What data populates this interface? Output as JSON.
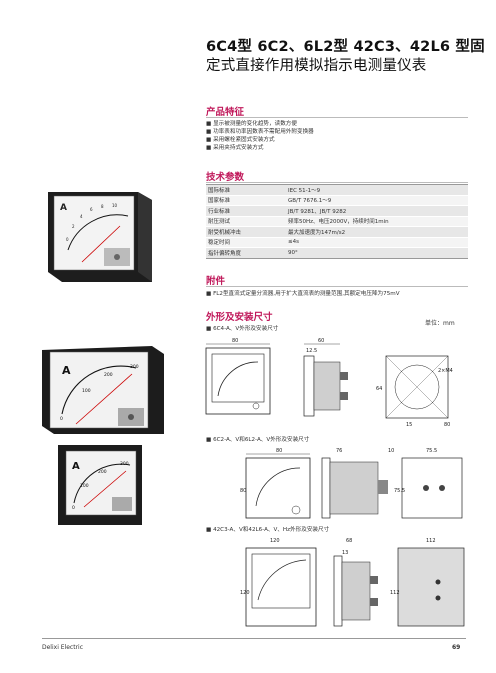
{
  "title": {
    "line1": "6C4型 6C2、6L2型 42C3、42L6 型固",
    "line2": "定式直接作用模拟指示电测量仪表"
  },
  "features": {
    "heading": "产品特征",
    "items": [
      "■ 显示被测量的变化趋势，读数方便",
      "■ 功率表和功率因数表不需配用外附变换器",
      "■ 采用螺栓紧固式安装方式",
      "■ 采用夹持式安装方式"
    ]
  },
  "tech": {
    "heading": "技术参数",
    "rows": [
      {
        "k": "国际标准",
        "v": "IEC 51-1～9"
      },
      {
        "k": "国家标准",
        "v": "GB/T 7676.1～9"
      },
      {
        "k": "行业标准",
        "v": "JB/T 9281、JB/T 9282"
      },
      {
        "k": "耐压测试",
        "v": "频率50Hz、电压2000V，持续时间1min"
      },
      {
        "k": "耐受机械冲击",
        "v": "最大加速度为147m/s2"
      },
      {
        "k": "稳定时间",
        "v": "≤4s"
      },
      {
        "k": "指针偏转角度",
        "v": "90°"
      }
    ]
  },
  "accessory": {
    "heading": "附件",
    "items": [
      "■ FL2型直流式定量分流器,用于扩大直流表的测量范围,其额定电压降为75mV"
    ]
  },
  "dims": {
    "heading": "外形及安装尺寸",
    "unit_label": "单位：mm",
    "group1": {
      "label": "■ 6C4-A、V外形及安装尺寸",
      "labels": [
        "80",
        "60",
        "12.5",
        "2×M4",
        "64",
        "15",
        "80"
      ]
    },
    "group2": {
      "label": "■ 6C2-A、V和6L2-A、V外形及安装尺寸",
      "labels": [
        "80",
        "76",
        "10",
        "75.5",
        "80",
        "75.5"
      ]
    },
    "group3": {
      "label": "■ 42C3-A、V和42L6-A、V、Hz外形及安装尺寸",
      "labels": [
        "120",
        "68",
        "13",
        "112",
        "120",
        "112"
      ]
    }
  },
  "meters": {
    "small_label": "A",
    "small_scale": [
      "0",
      "2",
      "4",
      "6",
      "8",
      "10"
    ],
    "large_label": "A",
    "large_scale": [
      "0",
      "100",
      "200",
      "300"
    ]
  },
  "footer": {
    "brand": "Delixi Electric",
    "page": "69"
  }
}
